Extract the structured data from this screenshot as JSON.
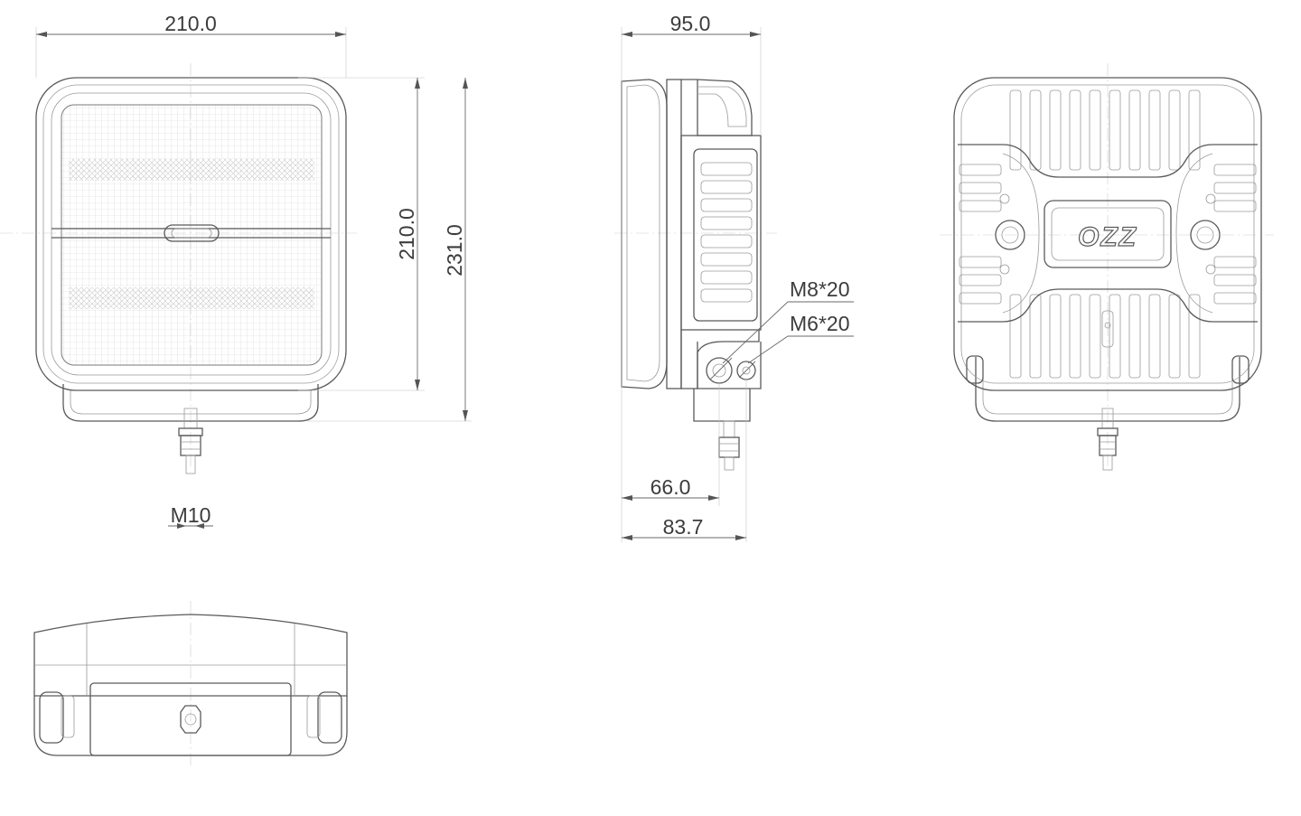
{
  "dimensions": {
    "front_width": "210.0",
    "front_height_lens": "210.0",
    "front_height_total": "231.0",
    "thread_main": "M10",
    "side_depth_total": "95.0",
    "thread_upper": "M8*20",
    "thread_lower": "M6*20",
    "side_depth_a": "66.0",
    "side_depth_b": "83.7"
  },
  "brand": {
    "logo_text": "OZZ"
  },
  "colors": {
    "line": "#5a5a5a",
    "text": "#3c3c3c",
    "background": "#ffffff"
  }
}
